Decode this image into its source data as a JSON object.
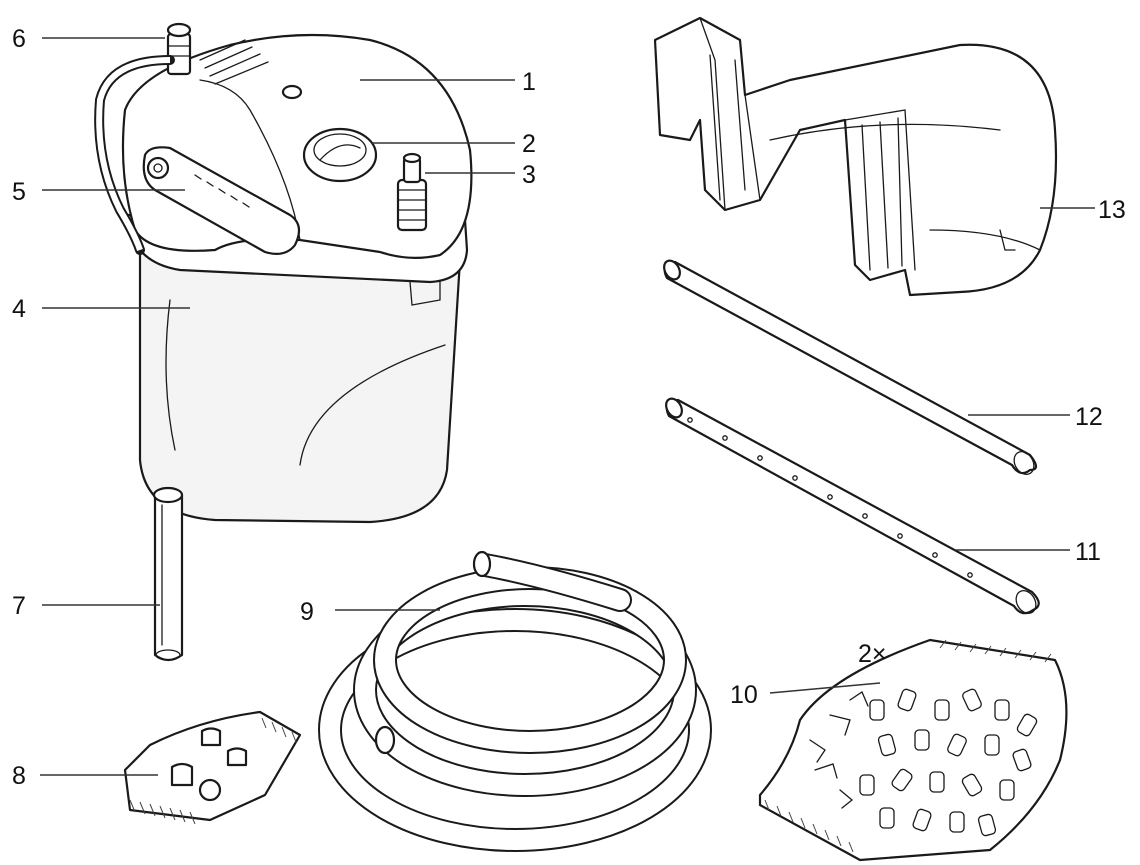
{
  "callouts": {
    "c1": "1",
    "c2": "2",
    "c3": "3",
    "c4": "4",
    "c5": "5",
    "c6": "6",
    "c7": "7",
    "c8": "8",
    "c9": "9",
    "c10": "10",
    "c11": "11",
    "c12": "12",
    "c13": "13"
  },
  "quantity_note": "2×"
}
